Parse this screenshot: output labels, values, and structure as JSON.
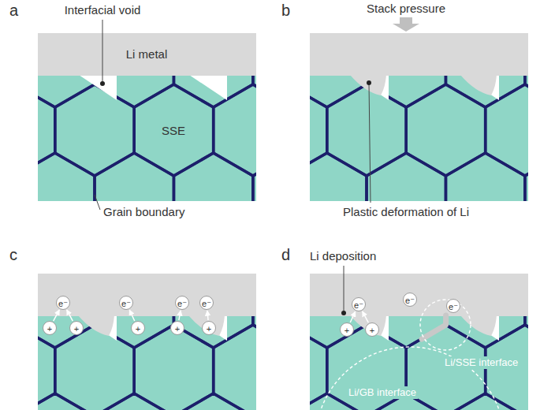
{
  "diagram": {
    "nodes": [
      {
        "text": [
          "e⁻"
        ]
      },
      {
        "text": [
          "e⁻"
        ]
      },
      {
        "text": [
          "e⁻"
        ]
      },
      {
        "text": [
          "e⁻"
        ]
      },
      {
        "text": [
          "+"
        ]
      },
      {
        "text": [
          "+"
        ]
      },
      {
        "text": [
          "+"
        ]
      },
      {
        "text": [
          "+"
        ]
      },
      {
        "text": [
          "+"
        ]
      },
      {
        "text": [
          "e⁻"
        ]
      },
      {
        "text": [
          "e⁻"
        ]
      },
      {
        "text": [
          "e⁻"
        ]
      },
      {
        "text": [
          "+"
        ]
      },
      {
        "text": [
          "+"
        ]
      }
    ],
    "edges": [
      {
        "from": 4,
        "to": 0,
        "arrow": "to"
      },
      {
        "from": 5,
        "to": 0,
        "arrow": "to"
      },
      {
        "from": 6,
        "to": 1,
        "arrow": "to"
      },
      {
        "from": 7,
        "to": 2,
        "arrow": "to"
      },
      {
        "from": 8,
        "to": 3,
        "arrow": "to"
      },
      {
        "from": 12,
        "to": 9,
        "arrow": "to"
      },
      {
        "from": 13,
        "to": 9,
        "arrow": "to"
      }
    ],
    "labels": [
      "a",
      "Interfacial void",
      "Li metal",
      "SSE",
      "Grain boundary",
      "b",
      "Stack pressure",
      "Plastic deformation of Li",
      "c",
      "d",
      "Li deposition",
      "Li/SSE interface",
      "Li/GB interface"
    ]
  }
}
